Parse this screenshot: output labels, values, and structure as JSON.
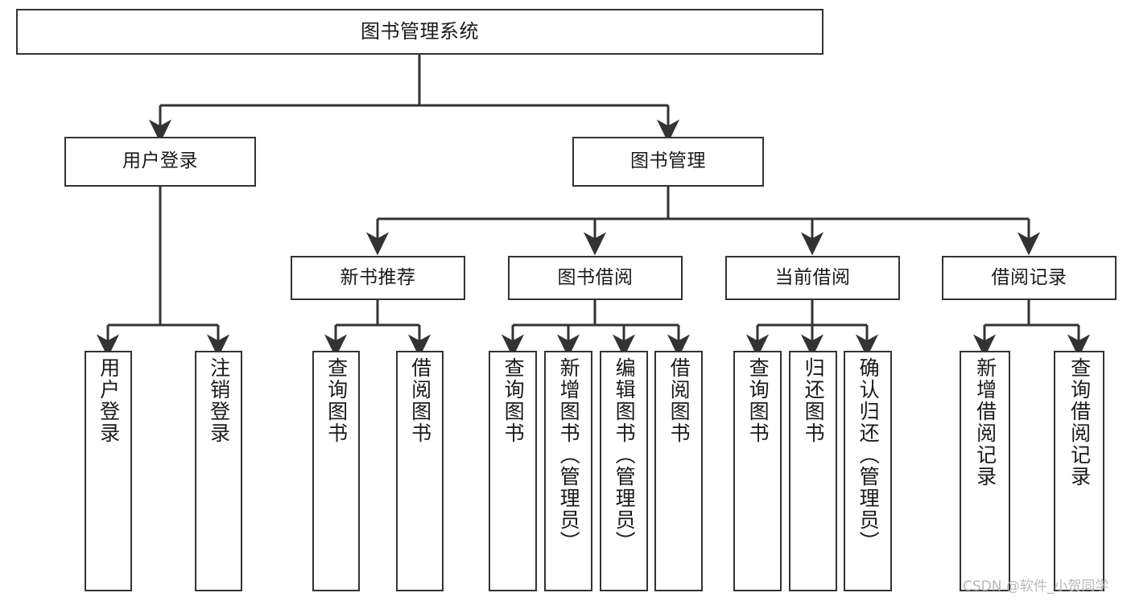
{
  "diagram": {
    "title": "图书管理系统",
    "type": "tree-hierarchy-diagram",
    "theme": {
      "background": "#ffffff",
      "box_border": "#333333",
      "box_fill": "#ffffff",
      "edge_color": "#333333",
      "text_color": "#1a1a1a",
      "watermark_color": "#b8b8b8"
    },
    "root": {
      "label": "图书管理系统"
    },
    "level1": [
      {
        "label": "用户登录"
      },
      {
        "label": "图书管理"
      }
    ],
    "level2": [
      {
        "label": "新书推荐"
      },
      {
        "label": "图书借阅"
      },
      {
        "label": "当前借阅"
      },
      {
        "label": "借阅记录"
      }
    ],
    "leaves": {
      "user_login": [
        {
          "label": "用户登录"
        },
        {
          "label": "注销登录"
        }
      ],
      "new_book_recommend": [
        {
          "label": "查询图书"
        },
        {
          "label": "借阅图书"
        }
      ],
      "book_borrow": [
        {
          "label": "查询图书"
        },
        {
          "label": "新增图书（管理员）"
        },
        {
          "label": "编辑图书（管理员）"
        },
        {
          "label": "借阅图书"
        }
      ],
      "current_borrow": [
        {
          "label": "查询图书"
        },
        {
          "label": "归还图书"
        },
        {
          "label": "确认归还（管理员）"
        }
      ],
      "borrow_record": [
        {
          "label": "新增借阅记录"
        },
        {
          "label": "查询借阅记录"
        }
      ]
    }
  },
  "watermark": {
    "text": "CSDN @软件_小贺同学"
  }
}
